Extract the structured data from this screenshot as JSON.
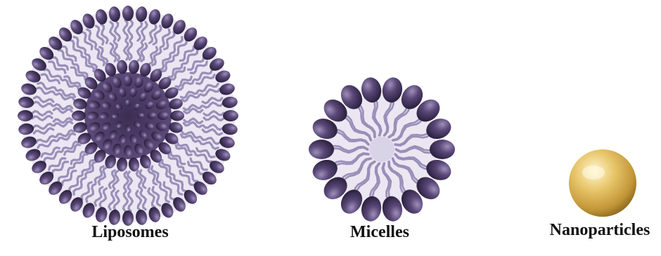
{
  "labels": {
    "liposomes": "Liposomes",
    "micelles": "Micelles",
    "nanoparticles": "Nanoparticles"
  },
  "colors": {
    "headgroup": "#4a3b66",
    "headgroup_light": "#8a7aa8",
    "tail": "#9a8fb8",
    "core": "#d9d3e8",
    "gold": "#d8b050",
    "gold_light": "#fff3c8",
    "gold_dark": "#9a7420"
  }
}
